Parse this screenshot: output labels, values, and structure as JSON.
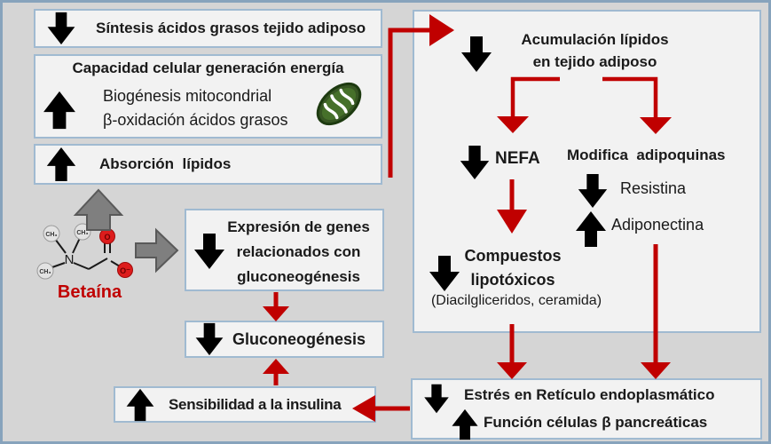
{
  "left": {
    "sintesis": "Síntesis ácidos grasos tejido adiposo",
    "capacidad_title": "Capacidad celular generación energía",
    "capacidad_items": [
      "Biogénesis mitocondrial",
      "β-oxidación ácidos grasos"
    ],
    "absorcion": "Absorción  lípidos",
    "expresion_lines": [
      "Expresión de genes",
      "relacionados con",
      "gluconeogénesis"
    ],
    "gluconeogenesis": "Gluconeogénesis",
    "sensibilidad": "Sensibilidad a la insulina"
  },
  "panel": {
    "acumulacion_lines": [
      "Acumulación lípidos",
      "en tejido adiposo"
    ],
    "nefa": "NEFA",
    "modifica": "Modifica  adipoquinas",
    "resistina": "Resistina",
    "adiponectina": "Adiponectina",
    "compuestos_lines": [
      "Compuestos",
      "lipotóxicos"
    ],
    "compuestos_sub": "(Diacilgliceridos, ceramida)"
  },
  "bottom": {
    "estres": "Estrés en Retículo endoplasmático",
    "funcion": "Función células β pancreáticas"
  },
  "molecule": {
    "label": "Betaína",
    "n": "N",
    "o": "O",
    "o_minus": "O⁻",
    "ch3": "CH₃"
  },
  "colors": {
    "flow_red": "#c00000",
    "decrease_orange": "#f79646",
    "increase_blue": "#3f76b5",
    "gray_arrow": "#7f7f7f",
    "box_fill": "#f2f2f2",
    "box_border": "#a0bad1",
    "background": "#d5d5d5",
    "mitochondria_green": "#375623",
    "label_red": "#c00000"
  }
}
